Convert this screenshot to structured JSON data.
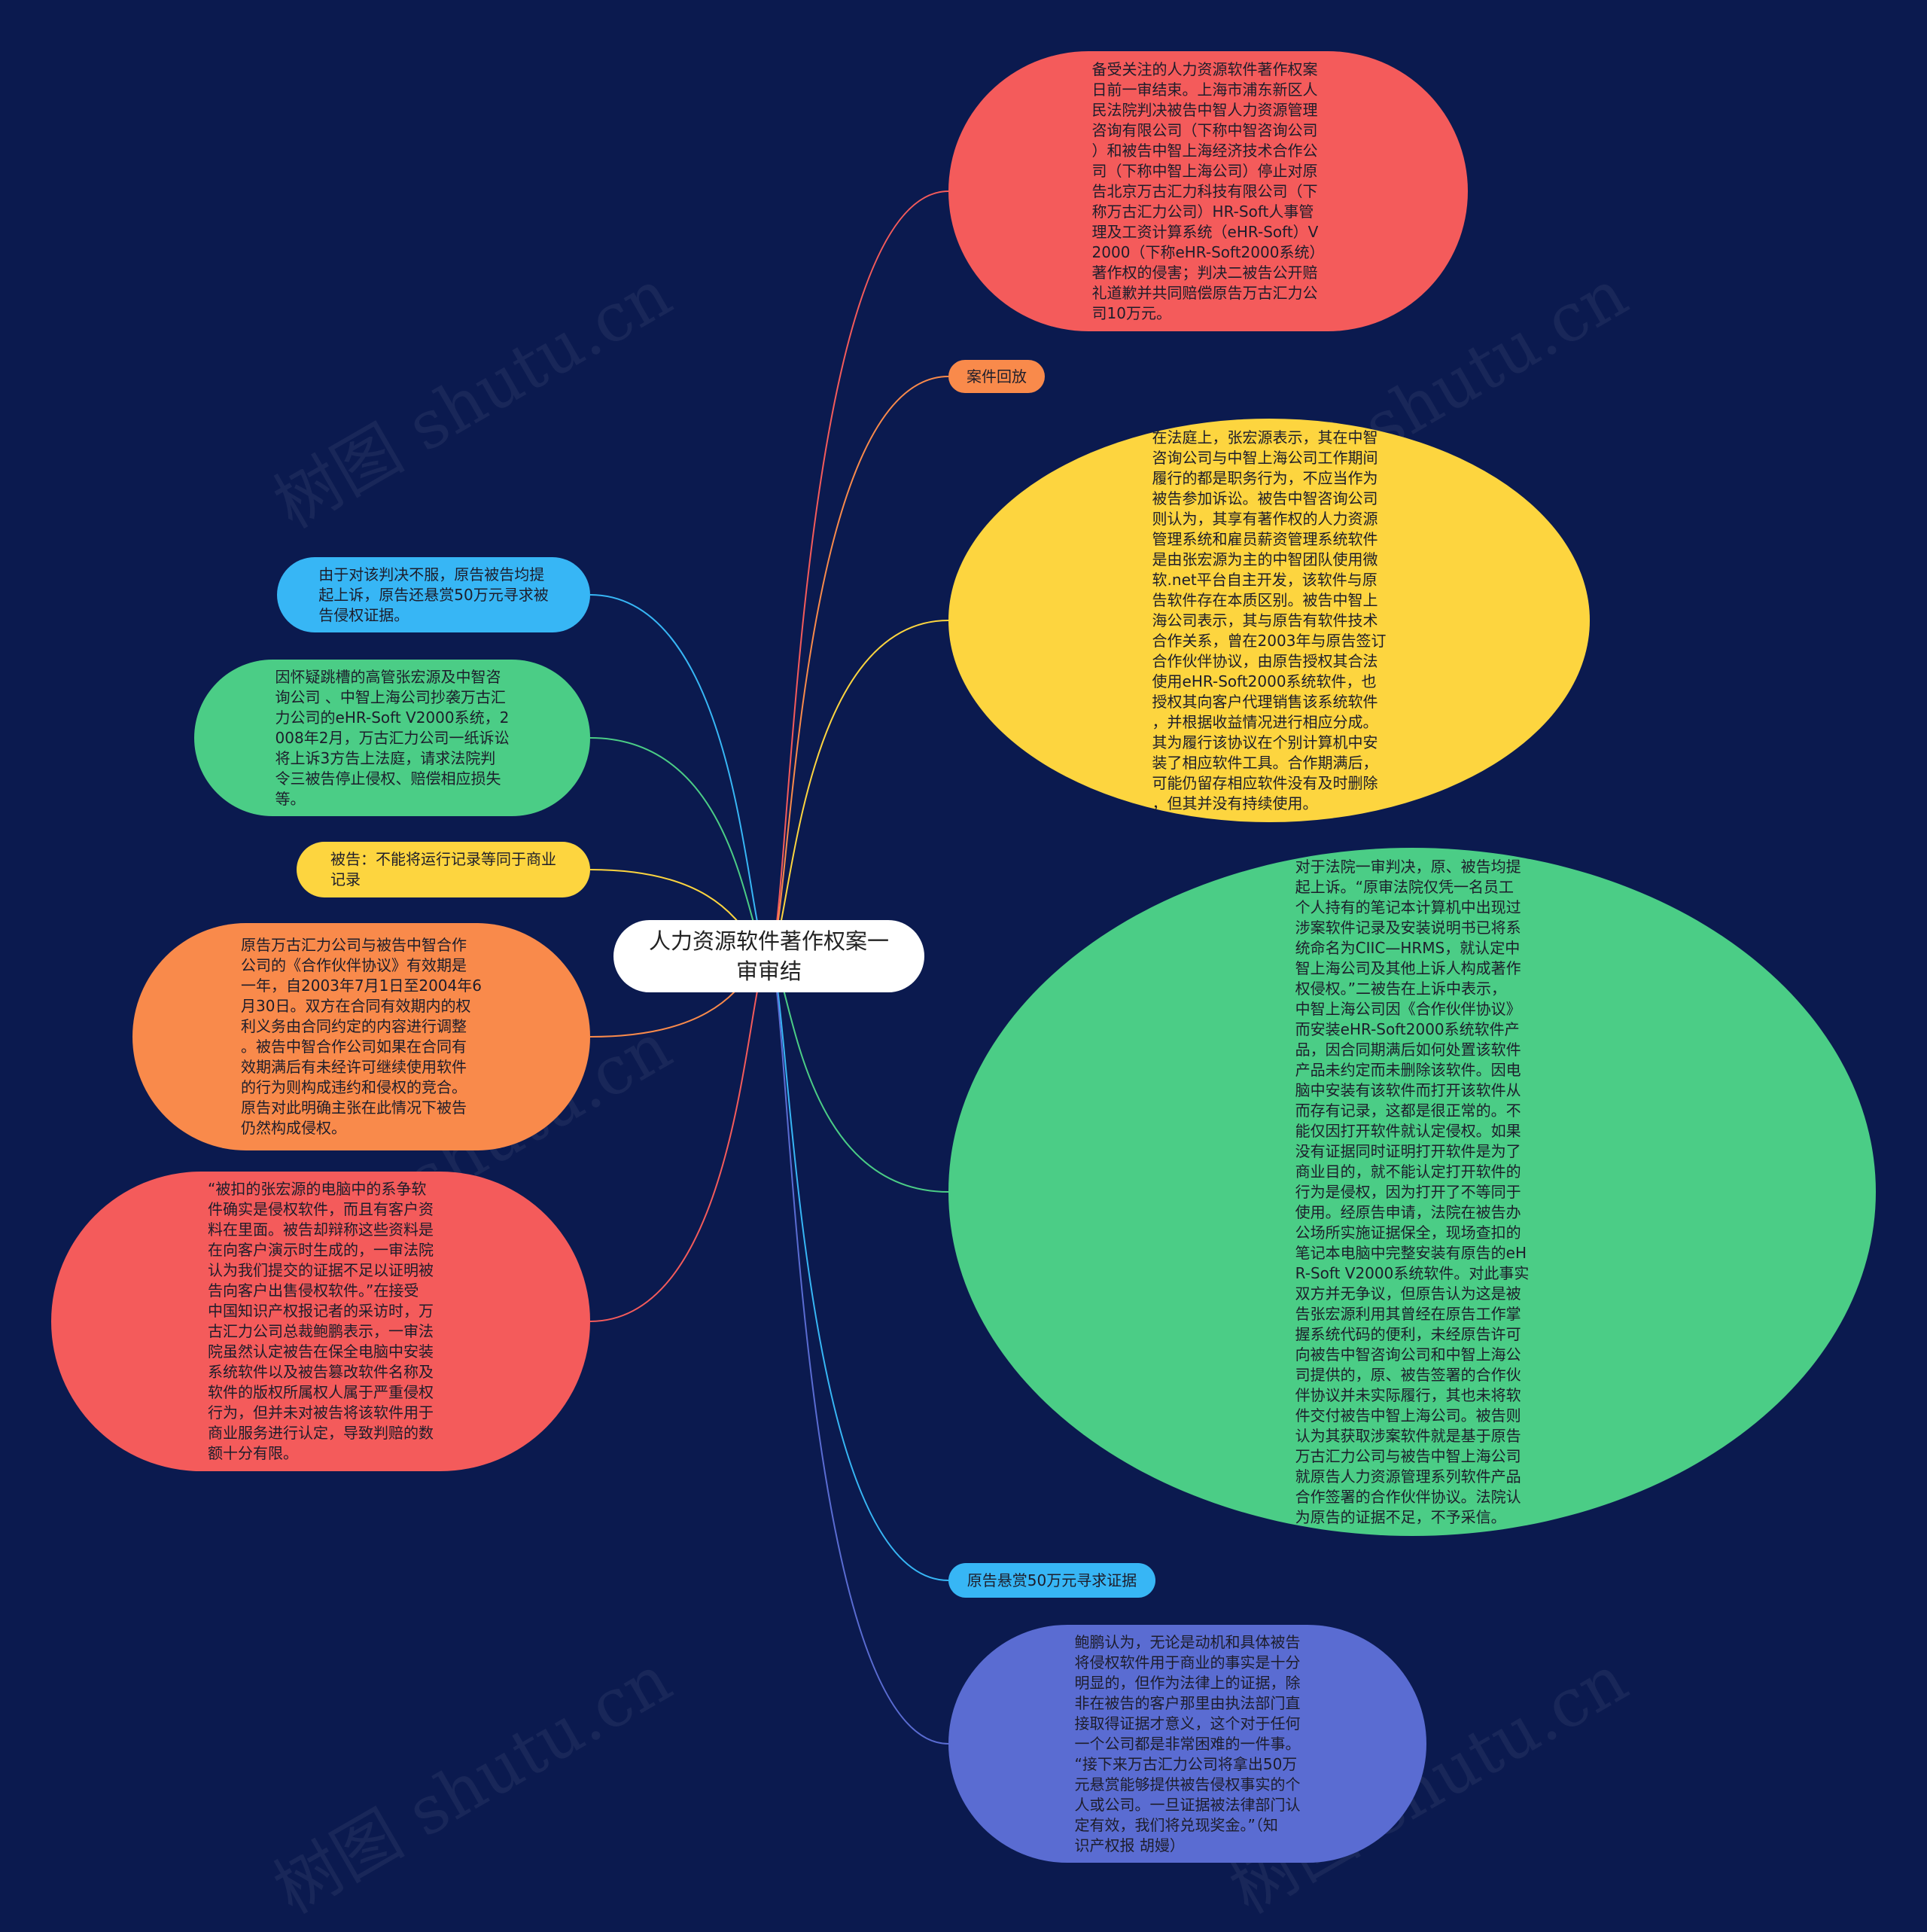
{
  "root": {
    "label": "人力资源软件著作权案一\n审审结"
  },
  "watermark_text": "树图 shutu.cn",
  "colors": {
    "background": "#0b1a4f",
    "red": "#f45b5b",
    "orange": "#f98a4b",
    "yellow": "#fdd53f",
    "green": "#4bcd86",
    "blue": "#37b6f5",
    "indigo": "#5a6cd2"
  },
  "right_nodes": [
    {
      "id": "r1",
      "color": "red",
      "text": "备受关注的人力资源软件著作权案\n日前一审结束。上海市浦东新区人\n民法院判决被告中智人力资源管理\n咨询有限公司（下称中智咨询公司\n）和被告中智上海经济技术合作公\n司（下称中智上海公司）停止对原\n告北京万古汇力科技有限公司（下\n称万古汇力公司）HR-Soft人事管\n理及工资计算系统（eHR-Soft）V\n2000（下称eHR-Soft2000系统）\n著作权的侵害；判决二被告公开赔\n礼道歉并共同赔偿原告万古汇力公\n司10万元。"
    },
    {
      "id": "r2",
      "color": "orange",
      "text": "案件回放"
    },
    {
      "id": "r3",
      "color": "yellow",
      "text": "在法庭上，张宏源表示，其在中智\n咨询公司与中智上海公司工作期间\n履行的都是职务行为，不应当作为\n被告参加诉讼。被告中智咨询公司\n则认为，其享有著作权的人力资源\n管理系统和雇员薪资管理系统软件\n是由张宏源为主的中智团队使用微\n软.net平台自主开发，该软件与原\n告软件存在本质区别。被告中智上\n海公司表示，其与原告有软件技术\n合作关系，曾在2003年与原告签订\n合作伙伴协议，由原告授权其合法\n使用eHR-Soft2000系统软件，也\n授权其向客户代理销售该系统软件\n，并根据收益情况进行相应分成。\n其为履行该协议在个别计算机中安\n装了相应软件工具。合作期满后，\n可能仍留存相应软件没有及时删除\n，但其并没有持续使用。"
    },
    {
      "id": "r4",
      "color": "green",
      "text": "对于法院一审判决，原、被告均提\n起上诉。“原审法院仅凭一名员工\n个人持有的笔记本计算机中出现过\n涉案软件记录及安装说明书已将系\n统命名为CIIC—HRMS，就认定中\n智上海公司及其他上诉人构成著作\n权侵权。”二被告在上诉中表示，\n中智上海公司因《合作伙伴协议》\n而安装eHR-Soft2000系统软件产\n品，因合同期满后如何处置该软件\n产品未约定而未删除该软件。因电\n脑中安装有该软件而打开该软件从\n而存有记录，这都是很正常的。不\n能仅因打开软件就认定侵权。如果\n没有证据同时证明打开软件是为了\n商业目的，就不能认定打开软件的\n行为是侵权，因为打开了不等同于\n使用。经原告申请，法院在被告办\n公场所实施证据保全，现场查扣的\n笔记本电脑中完整安装有原告的eH\nR-Soft V2000系统软件。对此事实\n双方并无争议，但原告认为这是被\n告张宏源利用其曾经在原告工作掌\n握系统代码的便利，未经原告许可\n向被告中智咨询公司和中智上海公\n司提供的，原、被告签署的合作伙\n伴协议并未实际履行，其也未将软\n件交付被告中智上海公司。被告则\n认为其获取涉案软件就是基于原告\n万古汇力公司与被告中智上海公司\n就原告人力资源管理系列软件产品\n合作签署的合作伙伴协议。法院认\n为原告的证据不足，不予采信。"
    },
    {
      "id": "r5",
      "color": "blue",
      "text": "原告悬赏50万元寻求证据"
    },
    {
      "id": "r6",
      "color": "indigo",
      "text": "鲍鹏认为，无论是动机和具体被告\n将侵权软件用于商业的事实是十分\n明显的，但作为法律上的证据，除\n非在被告的客户那里由执法部门直\n接取得证据才意义，这个对于任何\n一个公司都是非常困难的一件事。\n“接下来万古汇力公司将拿出50万\n元悬赏能够提供被告侵权事实的个\n人或公司。一旦证据被法律部门认\n定有效，我们将兑现奖金。”（知\n识产权报 胡嫚）"
    }
  ],
  "left_nodes": [
    {
      "id": "l1",
      "color": "blue",
      "text": "由于对该判决不服，原告被告均提\n起上诉，原告还悬赏50万元寻求被\n告侵权证据。"
    },
    {
      "id": "l2",
      "color": "green",
      "text": "因怀疑跳槽的高管张宏源及中智咨\n询公司 、中智上海公司抄袭万古汇\n力公司的eHR-Soft V2000系统，2\n008年2月，万古汇力公司一纸诉讼\n将上诉3方告上法庭，请求法院判\n令三被告停止侵权、赔偿相应损失\n等。"
    },
    {
      "id": "l3",
      "color": "yellow",
      "text": "被告：不能将运行记录等同于商业\n记录"
    },
    {
      "id": "l4",
      "color": "orange",
      "text": "原告万古汇力公司与被告中智合作\n公司的《合作伙伴协议》有效期是\n一年，自2003年7月1日至2004年6\n月30日。双方在合同有效期内的权\n利义务由合同约定的内容进行调整\n。被告中智合作公司如果在合同有\n效期满后有未经许可继续使用软件\n的行为则构成违约和侵权的竞合。\n原告对此明确主张在此情况下被告\n仍然构成侵权。"
    },
    {
      "id": "l5",
      "color": "red",
      "text": "“被扣的张宏源的电脑中的系争软\n件确实是侵权软件，而且有客户资\n料在里面。被告却辩称这些资料是\n在向客户演示时生成的，一审法院\n认为我们提交的证据不足以证明被\n告向客户出售侵权软件。”在接受\n中国知识产权报记者的采访时，万\n古汇力公司总裁鲍鹏表示，一审法\n院虽然认定被告在保全电脑中安装\n系统软件以及被告篡改软件名称及\n软件的版权所属权人属于严重侵权\n行为，但并未对被告将该软件用于\n商业服务进行认定，导致判赔的数\n额十分有限。"
    }
  ]
}
